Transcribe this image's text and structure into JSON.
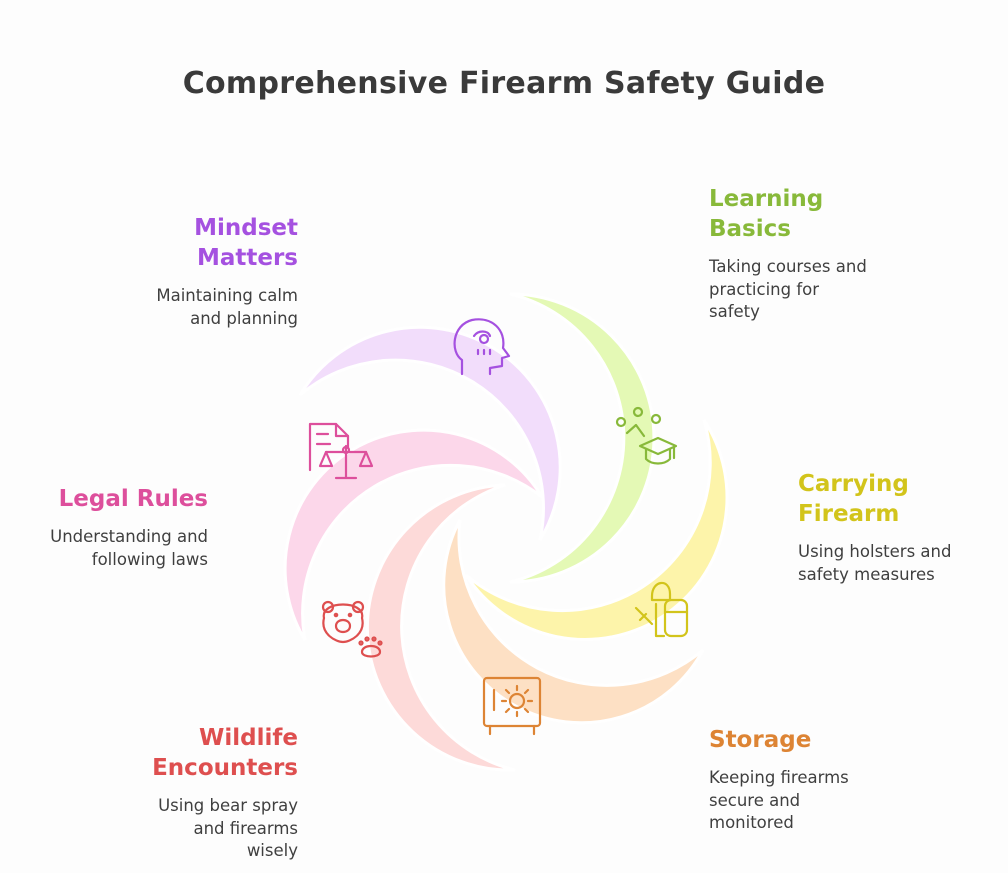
{
  "title": "Comprehensive Firearm Safety Guide",
  "segments": [
    {
      "id": "mindset",
      "title_lines": [
        "Mindset",
        "Matters"
      ],
      "description_lines": [
        "Maintaining calm",
        "and planning"
      ],
      "color": "#a551e0",
      "fill": "#f2ddfb",
      "icon": "head-brain-icon"
    },
    {
      "id": "learning",
      "title_lines": [
        "Learning",
        "Basics"
      ],
      "description_lines": [
        "Taking courses and",
        "practicing for",
        "safety"
      ],
      "color": "#88b93a",
      "fill": "#e4f9b5",
      "icon": "graduation-cap-icon"
    },
    {
      "id": "carrying",
      "title_lines": [
        "Carrying",
        "Firearm"
      ],
      "description_lines": [
        "Using holsters and",
        "safety measures"
      ],
      "color": "#d2c41b",
      "fill": "#fdf4aa",
      "icon": "person-holster-icon"
    },
    {
      "id": "storage",
      "title_lines": [
        "Storage"
      ],
      "description_lines": [
        "Keeping firearms",
        "secure and",
        "monitored"
      ],
      "color": "#dd8434",
      "fill": "#fde0c4",
      "icon": "safe-icon"
    },
    {
      "id": "wildlife",
      "title_lines": [
        "Wildlife",
        "Encounters"
      ],
      "description_lines": [
        "Using bear spray",
        "and firearms",
        "wisely"
      ],
      "color": "#de4f4f",
      "fill": "#fddad9",
      "icon": "bear-icon"
    },
    {
      "id": "legal",
      "title_lines": [
        "Legal Rules"
      ],
      "description_lines": [
        "Understanding and",
        "following laws"
      ],
      "color": "#dd4f9c",
      "fill": "#fcd7ea",
      "icon": "legal-document-scales-icon"
    }
  ]
}
